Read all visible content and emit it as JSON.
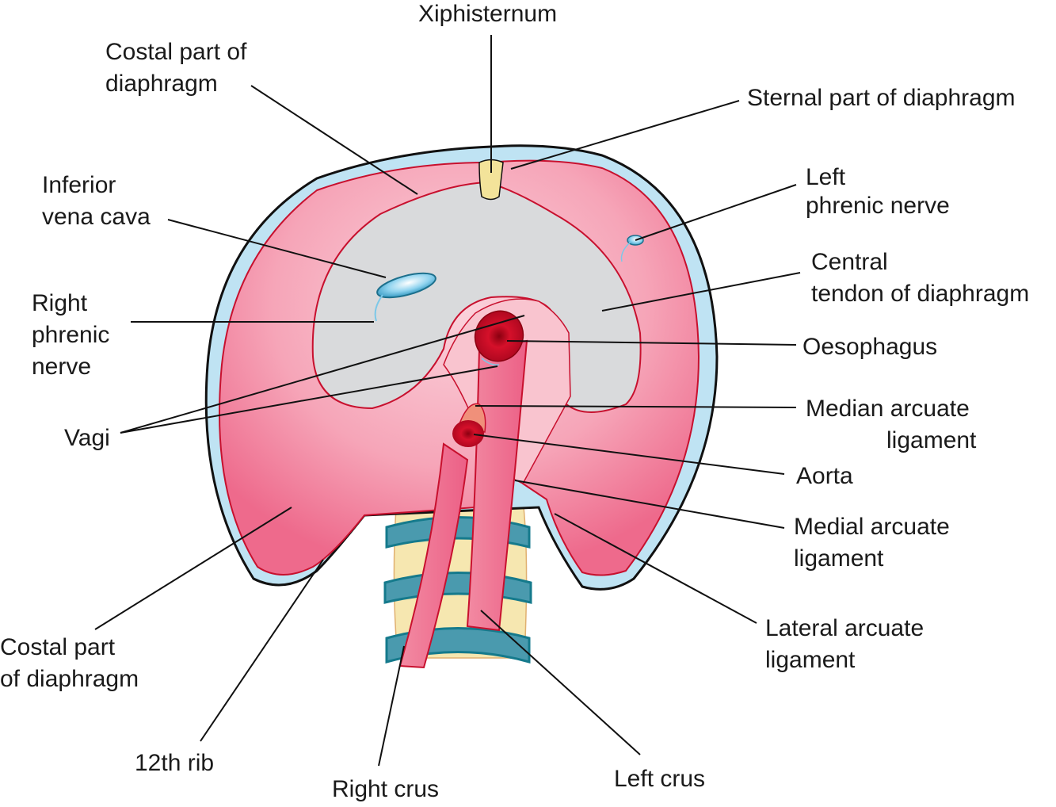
{
  "title": "Diaphragm – inferior view",
  "colors": {
    "muscle": "#f07a98",
    "muscle_light": "#f9c4cf",
    "tendon": "#d9dadc",
    "pleura": "#bfe3f3",
    "vein": "#7cc8e8",
    "artery": "#d5102a",
    "vertebra": "#f6e7b0",
    "disc": "#4a9aae",
    "xiphoid": "#f3e39a",
    "outline": "#111111"
  },
  "labels": [
    {
      "id": "xiphisternum",
      "lines": [
        "Xiphisternum"
      ]
    },
    {
      "id": "costal-part-upper",
      "lines": [
        "Costal part of",
        "diaphragm"
      ]
    },
    {
      "id": "sternal-part",
      "lines": [
        "Sternal part of diaphragm"
      ]
    },
    {
      "id": "inferior-vena-cava",
      "lines": [
        "Inferior",
        "vena cava"
      ]
    },
    {
      "id": "left-phrenic-nerve",
      "lines": [
        "Left",
        "phrenic nerve"
      ]
    },
    {
      "id": "central-tendon",
      "lines": [
        "Central",
        "tendon of diaphragm"
      ]
    },
    {
      "id": "right-phrenic-nerve",
      "lines": [
        "Right",
        "phrenic",
        "nerve"
      ]
    },
    {
      "id": "oesophagus",
      "lines": [
        "Oesophagus"
      ]
    },
    {
      "id": "vagi",
      "lines": [
        "Vagi"
      ]
    },
    {
      "id": "median-arcuate-ligament",
      "lines": [
        "Median arcuate",
        "ligament"
      ]
    },
    {
      "id": "aorta",
      "lines": [
        "Aorta"
      ]
    },
    {
      "id": "medial-arcuate-ligament",
      "lines": [
        "Medial arcuate",
        "ligament"
      ]
    },
    {
      "id": "lateral-arcuate-ligament",
      "lines": [
        "Lateral arcuate",
        "ligament"
      ]
    },
    {
      "id": "costal-part-lower",
      "lines": [
        "Costal part",
        "of diaphragm"
      ]
    },
    {
      "id": "12th-rib",
      "lines": [
        "12th rib"
      ]
    },
    {
      "id": "right-crus",
      "lines": [
        "Right crus"
      ]
    },
    {
      "id": "left-crus",
      "lines": [
        "Left crus"
      ]
    }
  ]
}
